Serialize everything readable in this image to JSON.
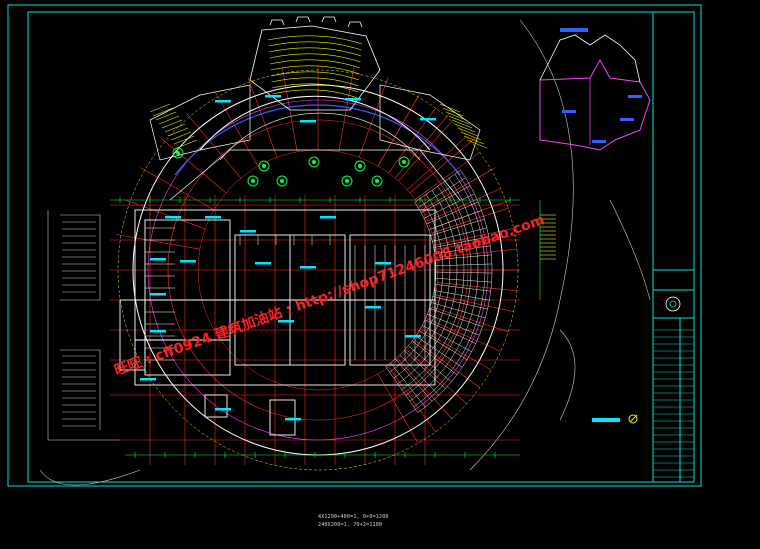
{
  "drawing": {
    "kind": "CAD floor plan",
    "background": "#000000",
    "colors": {
      "frame": "#00e0e0",
      "grid": "#ff2a2a",
      "walls": "#ffffff",
      "detail": "#f0f000",
      "green": "#00ff40",
      "magenta": "#ff40ff",
      "blue": "#3060ff",
      "label": "#00e8ff",
      "watermark": "#ff2020"
    }
  },
  "watermarks": {
    "shop": "旺旺 : cff0924  建筑加油站 : http://shop71246008.taobao.com"
  },
  "title_block": {
    "line1": "4X1200+400=1, 0+0=1200",
    "line2": "240X200=1, 70+2=1100"
  }
}
